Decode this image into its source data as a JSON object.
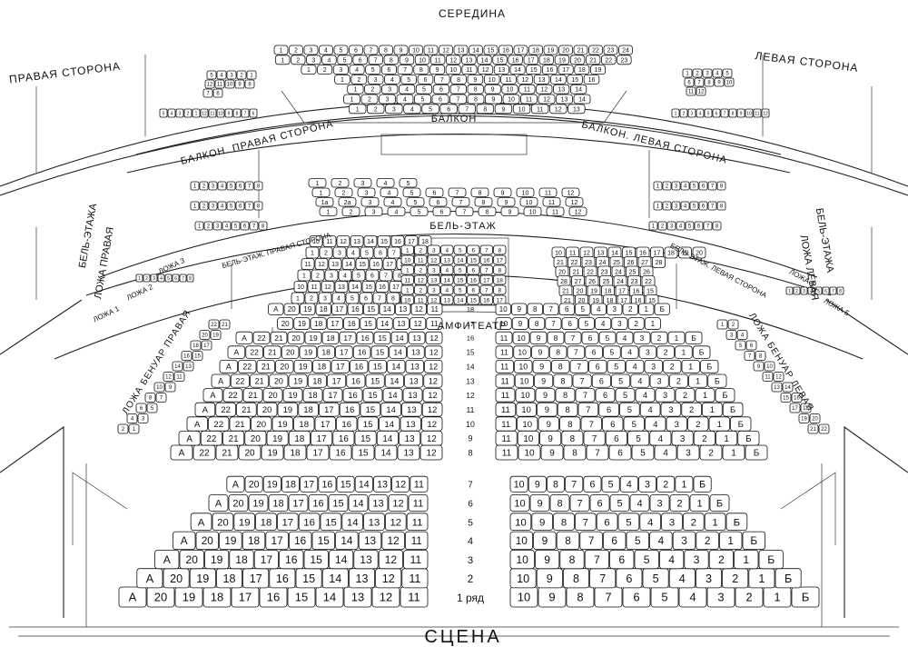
{
  "labels": {
    "seredina": "СЕРЕДИНА",
    "pravaya_storona": "ПРАВАЯ СТОРОНА",
    "levaya_storona": "ЛЕВАЯ СТОРОНА",
    "balkon": "БАЛКОН",
    "balkon_pravaya": "БАЛКОН. ПРАВАЯ СТОРОНА",
    "balkon_levaya": "БАЛКОН. ЛЕВАЯ СТОРОНА",
    "bel_etazh": "БЕЛЬ-ЭТАЖ",
    "bel_etazh_pravaya": "БЕЛЬ-ЭТАЖ. ПРАВАЯ СТОРОНА",
    "bel_etazh_levaya": "БЕЛЬ-ЭТАЖ. ЛЕВАЯ СТОРОНА",
    "lozha_pravaya_1": "БЕЛЬ-ЭТАЖА",
    "lozha_pravaya_2": "ЛОЖА ПРАВАЯ",
    "lozha_levaya_1": "БЕЛЬ-ЭТАЖА",
    "lozha_levaya_2": "ЛОЖА ЛЕВАЯ",
    "lozha_1": "ЛОЖА 1",
    "lozha_2": "ЛОЖА 2",
    "lozha_3": "ЛОЖА 3",
    "lozha_4": "ЛОЖА 4",
    "lozha_5": "ЛОЖА 5",
    "amfiteatr": "АМФИТЕАТР",
    "benuar_pravaya": "ЛОЖА БЕНУАР ПРАВАЯ",
    "benuar_levaya": "ЛОЖА БЕНУАР ЛЕВАЯ",
    "scena": "СЦЕНА"
  },
  "parter_rows": [
    {
      "row": "1 ряд",
      "left": [
        "А",
        "20",
        "19",
        "18",
        "17",
        "16",
        "15",
        "14",
        "13",
        "12",
        "11"
      ],
      "right": [
        "10",
        "9",
        "8",
        "7",
        "6",
        "5",
        "4",
        "3",
        "2",
        "1",
        "Б"
      ]
    },
    {
      "row": "2",
      "left": [
        "А",
        "20",
        "19",
        "18",
        "17",
        "16",
        "15",
        "14",
        "13",
        "12",
        "11"
      ],
      "right": [
        "10",
        "9",
        "8",
        "7",
        "6",
        "5",
        "4",
        "3",
        "2",
        "1",
        "Б"
      ]
    },
    {
      "row": "3",
      "left": [
        "А",
        "20",
        "19",
        "18",
        "17",
        "16",
        "15",
        "14",
        "13",
        "12",
        "11"
      ],
      "right": [
        "10",
        "9",
        "8",
        "7",
        "6",
        "5",
        "4",
        "3",
        "2",
        "1",
        "Б"
      ]
    },
    {
      "row": "4",
      "left": [
        "А",
        "20",
        "19",
        "18",
        "17",
        "16",
        "15",
        "14",
        "13",
        "12",
        "11"
      ],
      "right": [
        "10",
        "9",
        "8",
        "7",
        "6",
        "5",
        "4",
        "3",
        "2",
        "1",
        "Б"
      ]
    },
    {
      "row": "5",
      "left": [
        "А",
        "20",
        "19",
        "18",
        "17",
        "16",
        "15",
        "14",
        "13",
        "12",
        "11"
      ],
      "right": [
        "10",
        "9",
        "8",
        "7",
        "6",
        "5",
        "4",
        "3",
        "2",
        "1",
        "Б"
      ]
    },
    {
      "row": "6",
      "left": [
        "А",
        "20",
        "19",
        "18",
        "17",
        "16",
        "15",
        "14",
        "13",
        "12",
        "11"
      ],
      "right": [
        "10",
        "9",
        "8",
        "7",
        "6",
        "5",
        "4",
        "3",
        "2",
        "1",
        "Б"
      ]
    },
    {
      "row": "7",
      "left": [
        "А",
        "20",
        "19",
        "18",
        "17",
        "16",
        "15",
        "14",
        "13",
        "12",
        "11"
      ],
      "right": [
        "10",
        "9",
        "8",
        "7",
        "6",
        "5",
        "4",
        "3",
        "2",
        "1",
        "Б"
      ]
    },
    {
      "row": "8",
      "left": [
        "А",
        "22",
        "21",
        "20",
        "19",
        "18",
        "17",
        "16",
        "15",
        "14",
        "13",
        "12"
      ],
      "right": [
        "11",
        "10",
        "9",
        "8",
        "7",
        "6",
        "5",
        "4",
        "3",
        "2",
        "1",
        "Б"
      ]
    },
    {
      "row": "9",
      "left": [
        "А",
        "22",
        "21",
        "20",
        "19",
        "18",
        "17",
        "16",
        "15",
        "14",
        "13",
        "12"
      ],
      "right": [
        "11",
        "10",
        "9",
        "8",
        "7",
        "6",
        "5",
        "4",
        "3",
        "2",
        "1",
        "Б"
      ]
    },
    {
      "row": "10",
      "left": [
        "А",
        "22",
        "21",
        "20",
        "19",
        "18",
        "17",
        "16",
        "15",
        "14",
        "13",
        "12"
      ],
      "right": [
        "11",
        "10",
        "9",
        "8",
        "7",
        "6",
        "5",
        "4",
        "3",
        "2",
        "1",
        "Б"
      ]
    },
    {
      "row": "11",
      "left": [
        "А",
        "22",
        "21",
        "20",
        "19",
        "18",
        "17",
        "16",
        "15",
        "14",
        "13",
        "12"
      ],
      "right": [
        "11",
        "10",
        "9",
        "8",
        "7",
        "6",
        "5",
        "4",
        "3",
        "2",
        "1",
        "Б"
      ]
    },
    {
      "row": "12",
      "left": [
        "А",
        "22",
        "21",
        "20",
        "19",
        "18",
        "17",
        "16",
        "15",
        "14",
        "13",
        "12"
      ],
      "right": [
        "11",
        "10",
        "9",
        "8",
        "7",
        "6",
        "5",
        "4",
        "3",
        "2",
        "1",
        "Б"
      ]
    },
    {
      "row": "13",
      "left": [
        "А",
        "22",
        "21",
        "20",
        "19",
        "18",
        "17",
        "16",
        "15",
        "14",
        "13",
        "12"
      ],
      "right": [
        "11",
        "10",
        "9",
        "8",
        "7",
        "6",
        "5",
        "4",
        "3",
        "2",
        "1",
        "Б"
      ]
    },
    {
      "row": "14",
      "left": [
        "А",
        "22",
        "21",
        "20",
        "19",
        "18",
        "17",
        "16",
        "15",
        "14",
        "13",
        "12"
      ],
      "right": [
        "11",
        "10",
        "9",
        "8",
        "7",
        "6",
        "5",
        "4",
        "3",
        "2",
        "1",
        "Б"
      ]
    },
    {
      "row": "15",
      "left": [
        "А",
        "22",
        "21",
        "20",
        "19",
        "18",
        "17",
        "16",
        "15",
        "14",
        "13",
        "12"
      ],
      "right": [
        "11",
        "10",
        "9",
        "8",
        "7",
        "6",
        "5",
        "4",
        "3",
        "2",
        "1",
        "Б"
      ]
    },
    {
      "row": "16",
      "left": [
        "А",
        "22",
        "21",
        "20",
        "19",
        "18",
        "17",
        "16",
        "15",
        "14",
        "13",
        "12"
      ],
      "right": [
        "11",
        "10",
        "9",
        "8",
        "7",
        "6",
        "5",
        "4",
        "3",
        "2",
        "1",
        "Б"
      ]
    },
    {
      "row": "17",
      "left": [
        "20",
        "19",
        "18",
        "17",
        "16",
        "15",
        "14",
        "13",
        "12",
        "11"
      ],
      "right": [
        "10",
        "9",
        "8",
        "7",
        "6",
        "5",
        "4",
        "3",
        "2",
        "1"
      ]
    },
    {
      "row": "18",
      "left": [
        "А",
        "20",
        "19",
        "18",
        "17",
        "16",
        "15",
        "14",
        "13",
        "12",
        "11"
      ],
      "right": [
        "10",
        "9",
        "8",
        "7",
        "6",
        "5",
        "4",
        "3",
        "2",
        "1",
        "Б"
      ]
    }
  ],
  "amfiteatr_left": [
    [
      "1",
      "2",
      "3",
      "4",
      "5",
      "6",
      "7",
      "8",
      "9"
    ],
    [
      "10",
      "11",
      "12",
      "13",
      "14",
      "15",
      "16",
      "17",
      "18",
      "19"
    ],
    [
      "1",
      "2",
      "3",
      "4",
      "5",
      "6",
      "7",
      "8",
      "9",
      "10"
    ],
    [
      "11",
      "12",
      "13",
      "14",
      "15",
      "16",
      "17",
      "18",
      "19",
      "20"
    ],
    [
      "1",
      "2",
      "3",
      "4",
      "5",
      "6",
      "7",
      "8",
      "9"
    ],
    [
      "10",
      "11",
      "12",
      "13",
      "14",
      "15",
      "16",
      "17",
      "18"
    ]
  ],
  "amfiteatr_right": [
    [
      "10",
      "11",
      "12",
      "13",
      "14",
      "15",
      "16",
      "17",
      "18",
      "19",
      "20"
    ],
    [
      "21",
      "22",
      "23",
      "24",
      "25",
      "26",
      "27",
      "28"
    ],
    [
      "20",
      "21",
      "22",
      "23",
      "24",
      "25",
      "26"
    ],
    [
      "28",
      "27",
      "26",
      "25",
      "24",
      "23",
      "22"
    ],
    [
      "21",
      "20",
      "19",
      "18",
      "17",
      "16",
      "15"
    ],
    [
      "21",
      "20",
      "19",
      "18",
      "17",
      "16",
      "15"
    ]
  ],
  "beletazh_center": [
    [
      "1",
      "2",
      "3",
      "4",
      "5",
      "6",
      "7",
      "8",
      "9",
      "10",
      "11",
      "12"
    ],
    [
      "1а",
      "2а",
      "3",
      "4",
      "5",
      "6",
      "7",
      "8",
      "9",
      "10",
      "11",
      "12"
    ],
    [
      "1",
      "2",
      "3",
      "4",
      "5",
      "6",
      "7",
      "8",
      "9",
      "10",
      "11",
      "12"
    ],
    [
      "1",
      "2",
      "3",
      "4",
      "5"
    ]
  ],
  "balkon_center": [
    [
      "1",
      "2",
      "3",
      "4",
      "5",
      "6",
      "7",
      "8",
      "9",
      "10",
      "11",
      "12",
      "13",
      "14",
      "15",
      "16",
      "17",
      "18",
      "19",
      "20",
      "21",
      "22",
      "23",
      "24"
    ],
    [
      "1",
      "2",
      "3",
      "4",
      "5",
      "6",
      "7",
      "8",
      "9",
      "10",
      "11",
      "12",
      "13",
      "14",
      "15",
      "16",
      "17",
      "18",
      "19",
      "20",
      "21",
      "22",
      "23"
    ],
    [
      "1",
      "2",
      "3",
      "4",
      "5",
      "6",
      "7",
      "8",
      "9",
      "10",
      "11",
      "12",
      "13",
      "14",
      "15",
      "16",
      "17",
      "18",
      "19"
    ],
    [
      "1",
      "2",
      "3",
      "4",
      "5",
      "6",
      "7",
      "8",
      "9",
      "10",
      "11",
      "12",
      "13",
      "14",
      "15",
      "16"
    ],
    [
      "1",
      "2",
      "3",
      "4",
      "5",
      "6",
      "7",
      "8",
      "9",
      "10",
      "11",
      "12",
      "13",
      "14"
    ],
    [
      "1",
      "2",
      "3",
      "4",
      "5",
      "6",
      "7",
      "8",
      "9",
      "10",
      "11",
      "12",
      "13",
      "14"
    ],
    [
      "1",
      "2",
      "3",
      "4",
      "5",
      "6",
      "7",
      "8",
      "9",
      "10",
      "11",
      "12",
      "13"
    ]
  ],
  "side_blocks": {
    "balkon_right": [
      "5",
      "4",
      "3",
      "2",
      "1",
      "12",
      "11",
      "10",
      "9",
      "8",
      "7",
      "6"
    ],
    "balkon_left": [
      "1",
      "2",
      "3",
      "4",
      "5",
      "6",
      "7",
      "8",
      "9",
      "10",
      "11",
      "12"
    ],
    "beletazh_right": [
      "1",
      "2",
      "3",
      "4",
      "5",
      "6",
      "7",
      "8"
    ],
    "beletazh_left": [
      "1",
      "2",
      "3",
      "4",
      "5",
      "6",
      "7",
      "8"
    ],
    "benuar_right": [
      "22",
      "21",
      "20",
      "19",
      "18",
      "17",
      "16",
      "15",
      "14",
      "13",
      "12",
      "11",
      "10",
      "9",
      "8",
      "7",
      "6",
      "5",
      "4",
      "3",
      "2",
      "1"
    ],
    "benuar_left": [
      "1",
      "2",
      "3",
      "4",
      "5",
      "6",
      "7",
      "8",
      "9",
      "10",
      "11",
      "12",
      "13",
      "14",
      "15",
      "16",
      "17",
      "18",
      "19",
      "20",
      "21",
      "22"
    ],
    "lozha_right": [
      "1",
      "2",
      "3",
      "4",
      "5",
      "6",
      "7",
      "8"
    ],
    "lozha_left": [
      "1",
      "2",
      "3",
      "4",
      "5",
      "6",
      "7",
      "8"
    ]
  }
}
